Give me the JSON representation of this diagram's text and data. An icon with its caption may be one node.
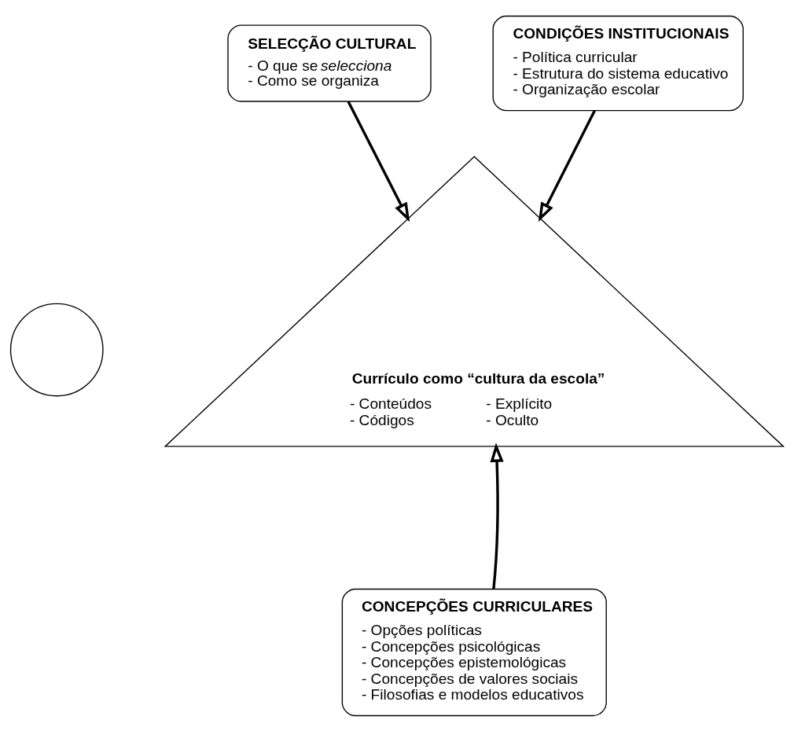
{
  "diagram": {
    "nodes": [
      {
        "text": [],
        "shape": "circle"
      },
      {
        "text": [
          "SELECÇÃO CULTURAL",
          "- O que se *selecciona* - Como se organiza"
        ]
      },
      {
        "text": [
          "CONDIÇÕES INSTITUCIONAIS",
          "- Política curricular - Estrutura do sistema educativo - Organização escolar"
        ]
      },
      {
        "text": [
          "Currículo como “cultura da escola”",
          "- Conteúdos - Códigos",
          "- Explícito - Oculto"
        ]
      },
      {
        "text": [
          "CONCEPÇÕES CURRICULARES",
          "- Opções políticas - Concepções psicológicas - Concepções epistemológicas - Concepções de valores sociais - Filosofias e modelos educativos"
        ]
      }
    ],
    "edges": [
      {
        "from": 1,
        "to": 3,
        "arrow": "to"
      },
      {
        "from": 2,
        "to": 3,
        "arrow": "to"
      },
      {
        "from": 4,
        "to": 3,
        "arrow": "to"
      }
    ]
  }
}
